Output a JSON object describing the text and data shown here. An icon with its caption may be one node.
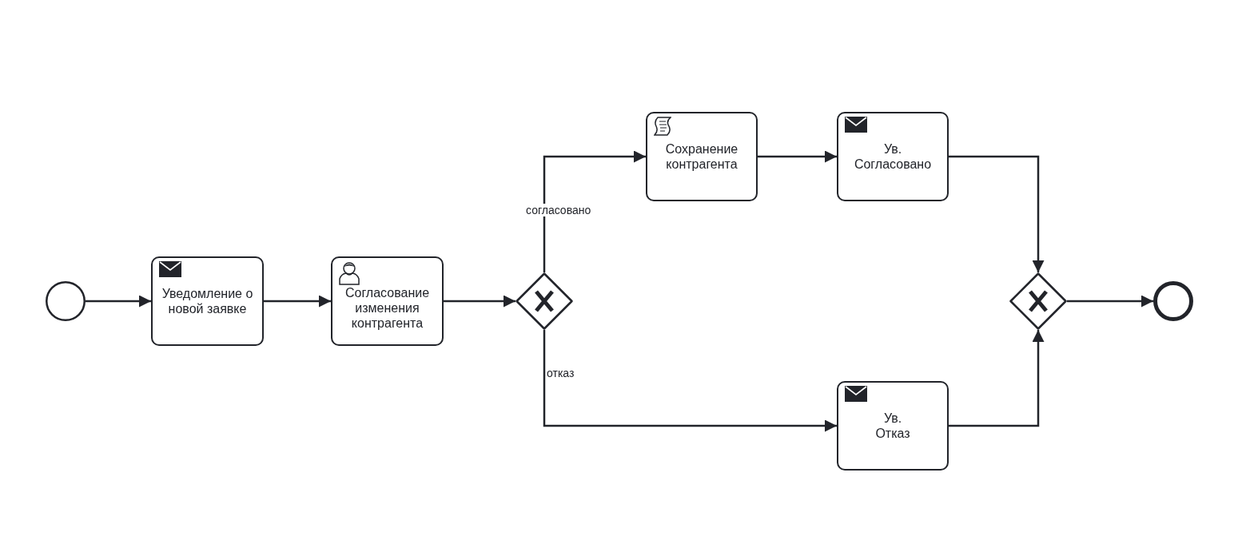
{
  "diagram": {
    "nodes": [
      {
        "text": [],
        "shape": "circle"
      },
      {
        "text": [
          "Уведомление о новой заявке"
        ]
      },
      {
        "text": [
          "Согласование изменения контрагента"
        ]
      },
      {
        "text": [],
        "shape": "diamond"
      },
      {
        "text": [
          "Сохранение контрагента"
        ]
      },
      {
        "text": [
          "Ув. Согласовано"
        ]
      },
      {
        "text": [
          "Ув. Отказ"
        ]
      },
      {
        "text": [],
        "shape": "diamond"
      },
      {
        "text": [],
        "shape": "circle"
      }
    ],
    "edges": [
      {
        "from": 0,
        "to": 1,
        "arrow": "to"
      },
      {
        "from": 1,
        "to": 2,
        "arrow": "to"
      },
      {
        "from": 2,
        "to": 3,
        "arrow": "to"
      },
      {
        "from": 3,
        "to": 4,
        "arrow": "to",
        "label": "согласовано"
      },
      {
        "from": 3,
        "to": 6,
        "arrow": "to",
        "label": "отказ"
      },
      {
        "from": 4,
        "to": 5,
        "arrow": "to"
      },
      {
        "from": 5,
        "to": 7,
        "arrow": "to"
      },
      {
        "from": 6,
        "to": 7,
        "arrow": "to"
      },
      {
        "from": 7,
        "to": 8,
        "arrow": "to"
      }
    ]
  }
}
